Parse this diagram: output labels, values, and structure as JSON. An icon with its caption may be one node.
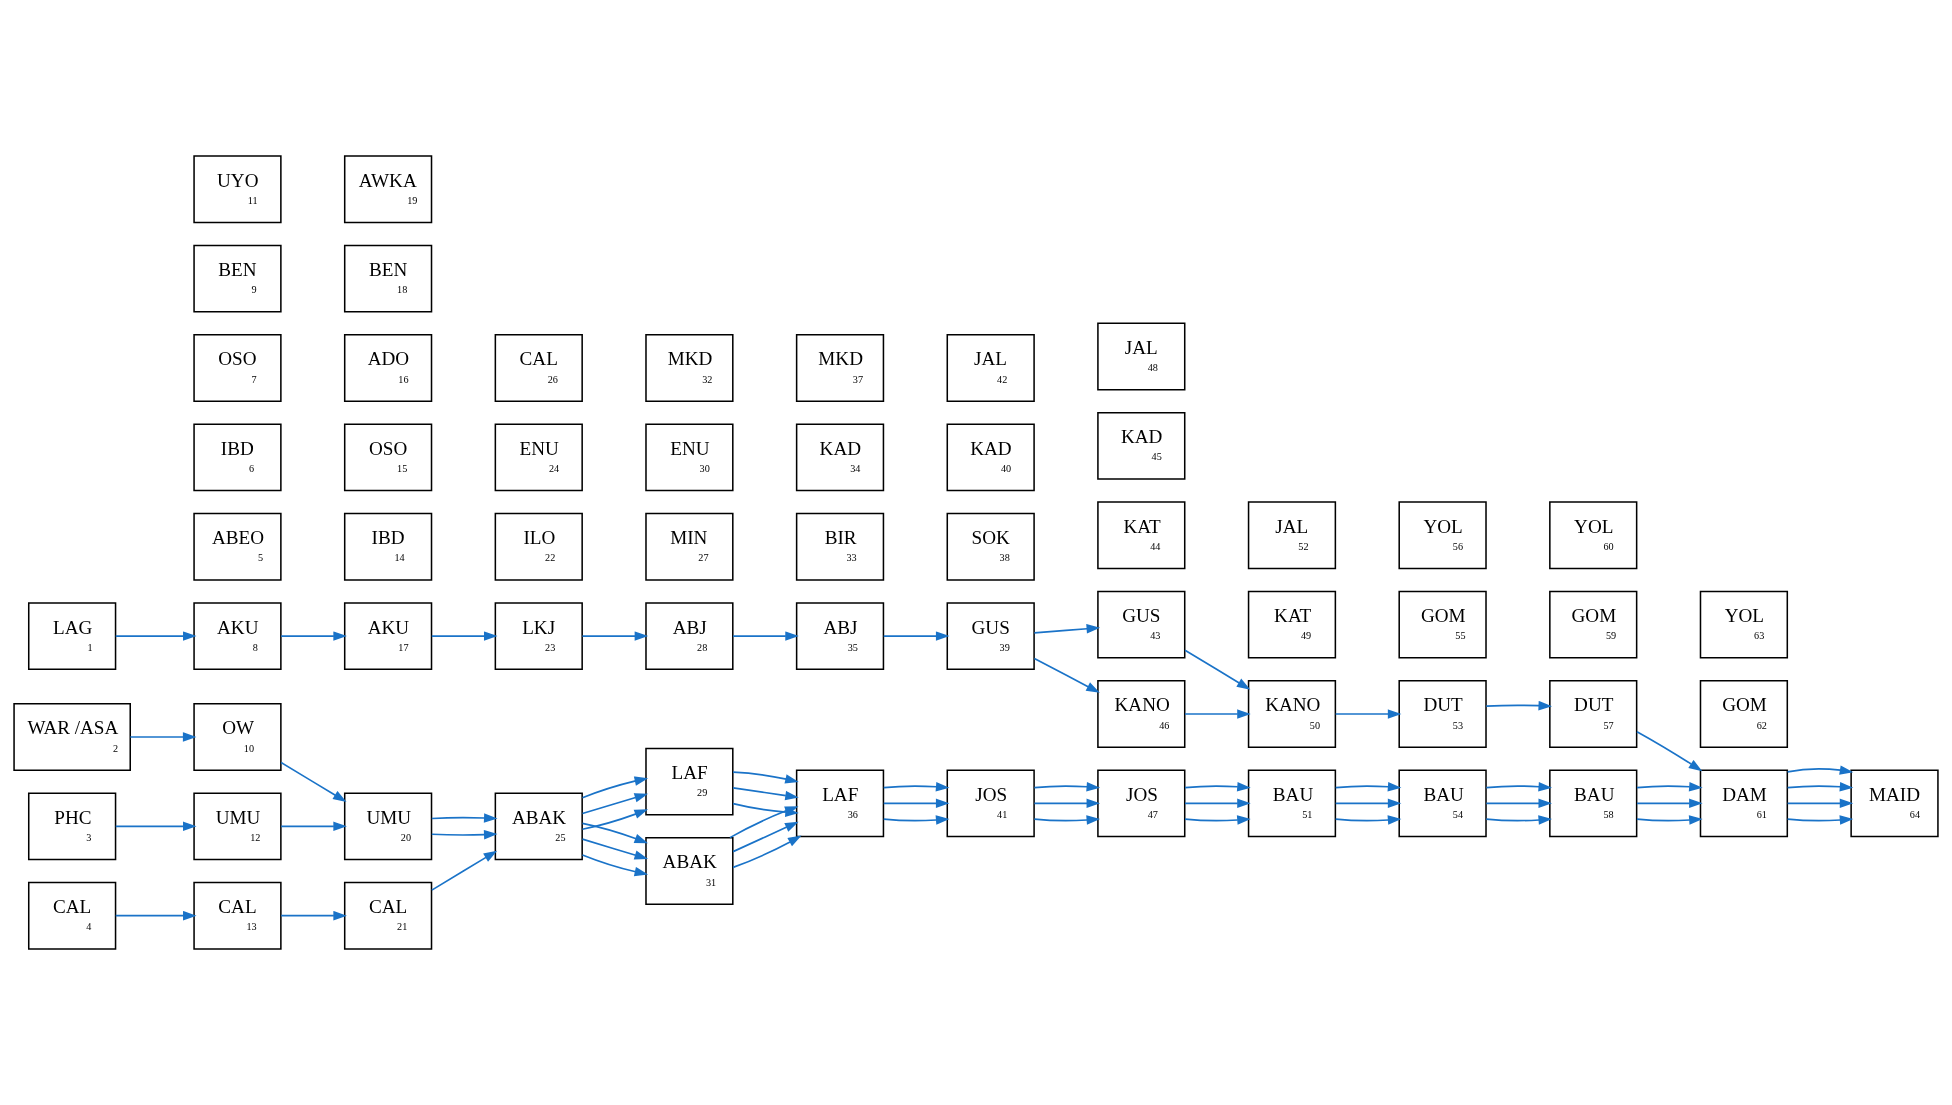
{
  "diagram": {
    "nodes": [
      {
        "text": [
          "LAG",
          "1"
        ]
      },
      {
        "text": [
          "WAR /ASA",
          "2"
        ]
      },
      {
        "text": [
          "PHC",
          "3"
        ]
      },
      {
        "text": [
          "CAL",
          "4"
        ]
      },
      {
        "text": [
          "ABEO",
          "5"
        ]
      },
      {
        "text": [
          "IBD",
          "6"
        ]
      },
      {
        "text": [
          "OSO",
          "7"
        ]
      },
      {
        "text": [
          "AKU",
          "8"
        ]
      },
      {
        "text": [
          "BEN",
          "9"
        ]
      },
      {
        "text": [
          "OW",
          "10"
        ]
      },
      {
        "text": [
          "UYO",
          "11"
        ]
      },
      {
        "text": [
          "UMU",
          "12"
        ]
      },
      {
        "text": [
          "CAL",
          "13"
        ]
      },
      {
        "text": [
          "IBD",
          "14"
        ]
      },
      {
        "text": [
          "OSO",
          "15"
        ]
      },
      {
        "text": [
          "ADO",
          "16"
        ]
      },
      {
        "text": [
          "AKU",
          "17"
        ]
      },
      {
        "text": [
          "BEN",
          "18"
        ]
      },
      {
        "text": [
          "AWKA",
          "19"
        ]
      },
      {
        "text": [
          "UMU",
          "20"
        ]
      },
      {
        "text": [
          "CAL",
          "21"
        ]
      },
      {
        "text": [
          "ILO",
          "22"
        ]
      },
      {
        "text": [
          "LKJ",
          "23"
        ]
      },
      {
        "text": [
          "ENU",
          "24"
        ]
      },
      {
        "text": [
          "ABAK",
          "25"
        ]
      },
      {
        "text": [
          "CAL",
          "26"
        ]
      },
      {
        "text": [
          "MIN",
          "27"
        ]
      },
      {
        "text": [
          "ABJ",
          "28"
        ]
      },
      {
        "text": [
          "LAF",
          "29"
        ]
      },
      {
        "text": [
          "ENU",
          "30"
        ]
      },
      {
        "text": [
          "ABAK",
          "31"
        ]
      },
      {
        "text": [
          "MKD",
          "32"
        ]
      },
      {
        "text": [
          "BIR",
          "33"
        ]
      },
      {
        "text": [
          "KAD",
          "34"
        ]
      },
      {
        "text": [
          "ABJ",
          "35"
        ]
      },
      {
        "text": [
          "LAF",
          "36"
        ]
      },
      {
        "text": [
          "MKD",
          "37"
        ]
      },
      {
        "text": [
          "SOK",
          "38"
        ]
      },
      {
        "text": [
          "GUS",
          "39"
        ]
      },
      {
        "text": [
          "KAD",
          "40"
        ]
      },
      {
        "text": [
          "JOS",
          "41"
        ]
      },
      {
        "text": [
          "JAL",
          "42"
        ]
      },
      {
        "text": [
          "GUS",
          "43"
        ]
      },
      {
        "text": [
          "KAT",
          "44"
        ]
      },
      {
        "text": [
          "KAD",
          "45"
        ]
      },
      {
        "text": [
          "KANO",
          "46"
        ]
      },
      {
        "text": [
          "JOS",
          "47"
        ]
      },
      {
        "text": [
          "JAL",
          "48"
        ]
      },
      {
        "text": [
          "KAT",
          "49"
        ]
      },
      {
        "text": [
          "KANO",
          "50"
        ]
      },
      {
        "text": [
          "BAU",
          "51"
        ]
      },
      {
        "text": [
          "JAL",
          "52"
        ]
      },
      {
        "text": [
          "DUT",
          "53"
        ]
      },
      {
        "text": [
          "BAU",
          "54"
        ]
      },
      {
        "text": [
          "GOM",
          "55"
        ]
      },
      {
        "text": [
          "YOL",
          "56"
        ]
      },
      {
        "text": [
          "DUT",
          "57"
        ]
      },
      {
        "text": [
          "BAU",
          "58"
        ]
      },
      {
        "text": [
          "GOM",
          "59"
        ]
      },
      {
        "text": [
          "YOL",
          "60"
        ]
      },
      {
        "text": [
          "DAM",
          "61"
        ]
      },
      {
        "text": [
          "GOM",
          "62"
        ]
      },
      {
        "text": [
          "YOL",
          "63"
        ]
      },
      {
        "text": [
          "MAID",
          "64"
        ]
      }
    ],
    "edges": [
      {
        "from": 0,
        "to": 7,
        "arrow": "to"
      },
      {
        "from": 1,
        "to": 9,
        "arrow": "to"
      },
      {
        "from": 2,
        "to": 11,
        "arrow": "to"
      },
      {
        "from": 3,
        "to": 12,
        "arrow": "to"
      },
      {
        "from": 7,
        "to": 16,
        "arrow": "to"
      },
      {
        "from": 9,
        "to": 19,
        "arrow": "to"
      },
      {
        "from": 11,
        "to": 19,
        "arrow": "to"
      },
      {
        "from": 12,
        "to": 20,
        "arrow": "to"
      },
      {
        "from": 16,
        "to": 22,
        "arrow": "to"
      },
      {
        "from": 19,
        "to": 24,
        "arrow": "to"
      },
      {
        "from": 19,
        "to": 24,
        "arrow": "to"
      },
      {
        "from": 20,
        "to": 24,
        "arrow": "to"
      },
      {
        "from": 22,
        "to": 27,
        "arrow": "to"
      },
      {
        "from": 24,
        "to": 28,
        "arrow": "to"
      },
      {
        "from": 24,
        "to": 28,
        "arrow": "to"
      },
      {
        "from": 24,
        "to": 28,
        "arrow": "to"
      },
      {
        "from": 24,
        "to": 30,
        "arrow": "to"
      },
      {
        "from": 24,
        "to": 30,
        "arrow": "to"
      },
      {
        "from": 24,
        "to": 30,
        "arrow": "to"
      },
      {
        "from": 27,
        "to": 34,
        "arrow": "to"
      },
      {
        "from": 28,
        "to": 35,
        "arrow": "to"
      },
      {
        "from": 28,
        "to": 35,
        "arrow": "to"
      },
      {
        "from": 28,
        "to": 35,
        "arrow": "to"
      },
      {
        "from": 30,
        "to": 35,
        "arrow": "to"
      },
      {
        "from": 30,
        "to": 35,
        "arrow": "to"
      },
      {
        "from": 30,
        "to": 35,
        "arrow": "to"
      },
      {
        "from": 34,
        "to": 38,
        "arrow": "to"
      },
      {
        "from": 35,
        "to": 40,
        "arrow": "to"
      },
      {
        "from": 35,
        "to": 40,
        "arrow": "to"
      },
      {
        "from": 35,
        "to": 40,
        "arrow": "to"
      },
      {
        "from": 38,
        "to": 42,
        "arrow": "to"
      },
      {
        "from": 38,
        "to": 45,
        "arrow": "to"
      },
      {
        "from": 40,
        "to": 46,
        "arrow": "to"
      },
      {
        "from": 40,
        "to": 46,
        "arrow": "to"
      },
      {
        "from": 40,
        "to": 46,
        "arrow": "to"
      },
      {
        "from": 42,
        "to": 49,
        "arrow": "to"
      },
      {
        "from": 45,
        "to": 49,
        "arrow": "to"
      },
      {
        "from": 46,
        "to": 50,
        "arrow": "to"
      },
      {
        "from": 46,
        "to": 50,
        "arrow": "to"
      },
      {
        "from": 46,
        "to": 50,
        "arrow": "to"
      },
      {
        "from": 49,
        "to": 52,
        "arrow": "to"
      },
      {
        "from": 50,
        "to": 53,
        "arrow": "to"
      },
      {
        "from": 50,
        "to": 53,
        "arrow": "to"
      },
      {
        "from": 50,
        "to": 53,
        "arrow": "to"
      },
      {
        "from": 52,
        "to": 56,
        "arrow": "to"
      },
      {
        "from": 53,
        "to": 57,
        "arrow": "to"
      },
      {
        "from": 53,
        "to": 57,
        "arrow": "to"
      },
      {
        "from": 53,
        "to": 57,
        "arrow": "to"
      },
      {
        "from": 56,
        "to": 60,
        "arrow": "to"
      },
      {
        "from": 57,
        "to": 60,
        "arrow": "to"
      },
      {
        "from": 57,
        "to": 60,
        "arrow": "to"
      },
      {
        "from": 57,
        "to": 60,
        "arrow": "to"
      },
      {
        "from": 60,
        "to": 63,
        "arrow": "to"
      },
      {
        "from": 60,
        "to": 63,
        "arrow": "to"
      },
      {
        "from": 60,
        "to": 63,
        "arrow": "to"
      },
      {
        "from": 60,
        "to": 63,
        "arrow": "to"
      }
    ]
  }
}
